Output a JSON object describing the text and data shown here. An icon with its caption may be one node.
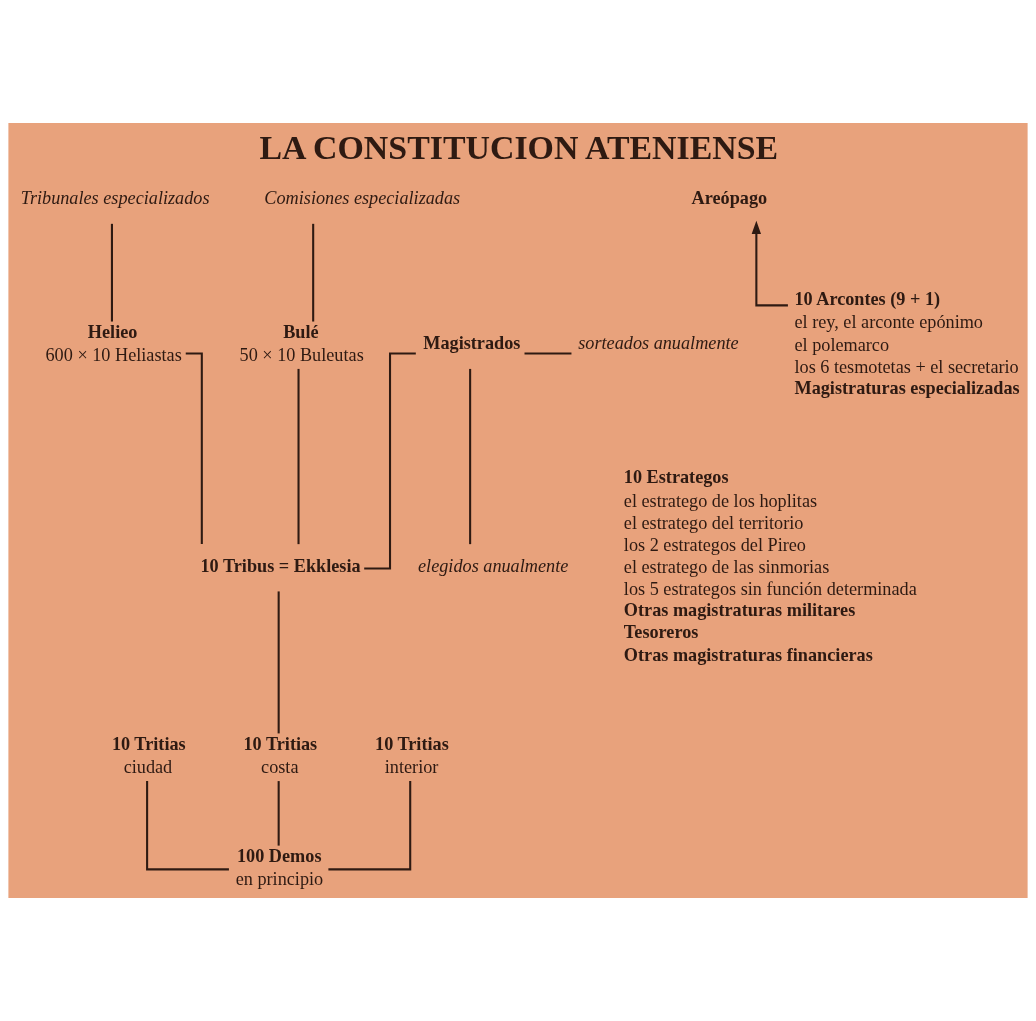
{
  "diagram": {
    "title": "LA CONSTITUCION ATENIENSE",
    "nodes": [
      {
        "text": [
          "Tribunales especializados"
        ]
      },
      {
        "text": [
          "Comisiones especializadas"
        ]
      },
      {
        "text": [
          "Areópago"
        ]
      },
      {
        "text": [
          "Helieo",
          "600 × 10 Heliastas"
        ]
      },
      {
        "text": [
          "Bulé",
          "50 × 10 Buleutas"
        ]
      },
      {
        "text": [
          "Magistrados"
        ]
      },
      {
        "text": [
          "sorteados anualmente"
        ]
      },
      {
        "text": [
          "10 Arcontes (9 + 1)",
          "el rey, el arconte epónimo",
          "el polemarco",
          "los 6 tesmotetas + el secretario",
          "Magistraturas especializadas"
        ]
      },
      {
        "text": [
          "elegidos anualmente"
        ]
      },
      {
        "text": [
          "10 Estrategos",
          "el estratego de los hoplitas",
          "el estratego del territorio",
          "los 2 estrategos del Pireo",
          "el estratego de las sinmorias",
          "los 5 estrategos sin función determinada",
          "Otras magistraturas militares",
          "Tesoreros",
          "Otras magistraturas financieras"
        ]
      },
      {
        "text": [
          "10 Tribus = Ekklesia"
        ]
      },
      {
        "text": [
          "10 Tritias",
          "ciudad"
        ]
      },
      {
        "text": [
          "10 Tritias",
          "costa"
        ]
      },
      {
        "text": [
          "10 Tritias",
          "interior"
        ]
      },
      {
        "text": [
          "100 Demos",
          "en principio"
        ]
      }
    ],
    "edges": [
      {
        "from": 0,
        "to": 3,
        "arrow": "none"
      },
      {
        "from": 1,
        "to": 4,
        "arrow": "none"
      },
      {
        "from": 7,
        "to": 2,
        "arrow": "to"
      },
      {
        "from": 5,
        "to": 6,
        "arrow": "none"
      },
      {
        "from": 5,
        "to": 8,
        "arrow": "none"
      },
      {
        "from": 3,
        "to": 10,
        "arrow": "none"
      },
      {
        "from": 4,
        "to": 10,
        "arrow": "none"
      },
      {
        "from": 5,
        "to": 10,
        "arrow": "none"
      },
      {
        "from": 10,
        "to": 12,
        "arrow": "none"
      },
      {
        "from": 11,
        "to": 14,
        "arrow": "none"
      },
      {
        "from": 12,
        "to": 14,
        "arrow": "none"
      },
      {
        "from": 13,
        "to": 14,
        "arrow": "none"
      }
    ]
  }
}
